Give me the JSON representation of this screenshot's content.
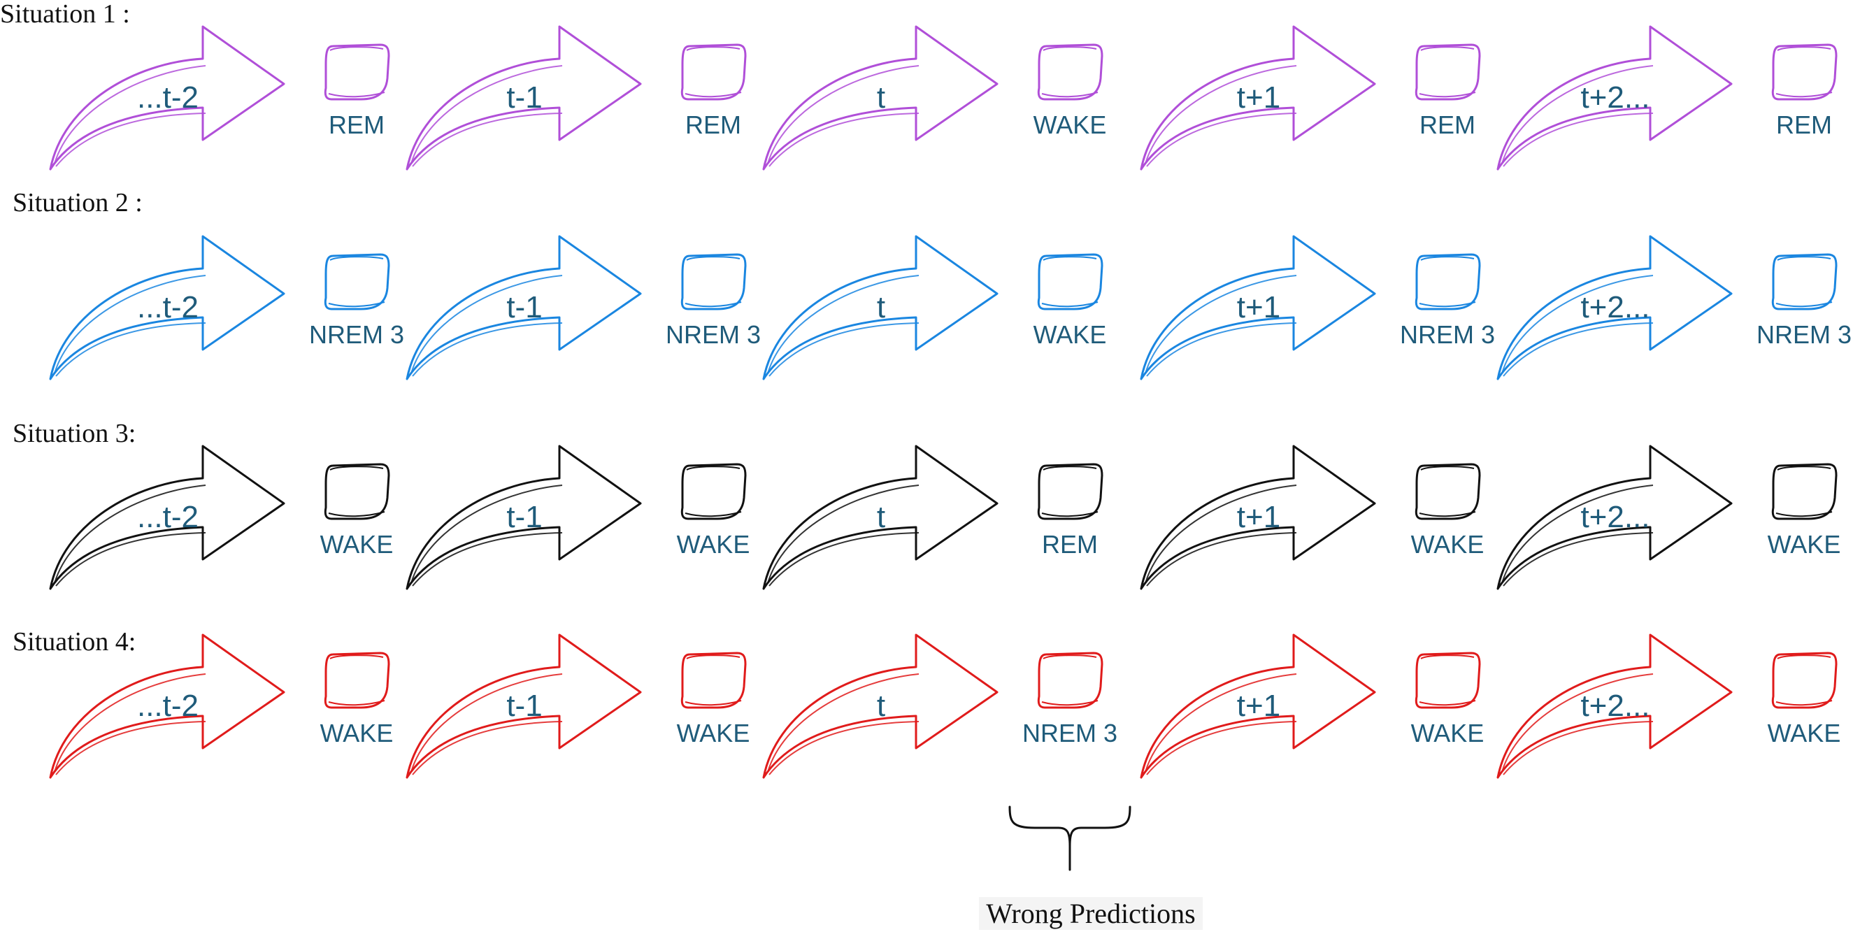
{
  "situations": [
    {
      "title": "Situation 1 :",
      "color": "#b04fd8",
      "steps": [
        "...t-2",
        "t-1",
        "t",
        "t+1",
        "t+2..."
      ],
      "states": [
        "REM",
        "REM",
        "WAKE",
        "REM",
        "REM"
      ]
    },
    {
      "title": "Situation 2 :",
      "color": "#1a86e0",
      "steps": [
        "...t-2",
        "t-1",
        "t",
        "t+1",
        "t+2..."
      ],
      "states": [
        "NREM 3",
        "NREM 3",
        "WAKE",
        "NREM 3",
        "NREM 3"
      ]
    },
    {
      "title": "Situation 3:",
      "color": "#111111",
      "steps": [
        "...t-2",
        "t-1",
        "t",
        "t+1",
        "t+2..."
      ],
      "states": [
        "WAKE",
        "WAKE",
        "REM",
        "WAKE",
        "WAKE"
      ]
    },
    {
      "title": "Situation 4:",
      "color": "#e01b1b",
      "steps": [
        "...t-2",
        "t-1",
        "t",
        "t+1",
        "t+2..."
      ],
      "states": [
        "WAKE",
        "WAKE",
        "NREM 3",
        "WAKE",
        "WAKE"
      ]
    }
  ],
  "label_color": "#1f5b7a",
  "footer": {
    "label": "Wrong Predictions"
  }
}
